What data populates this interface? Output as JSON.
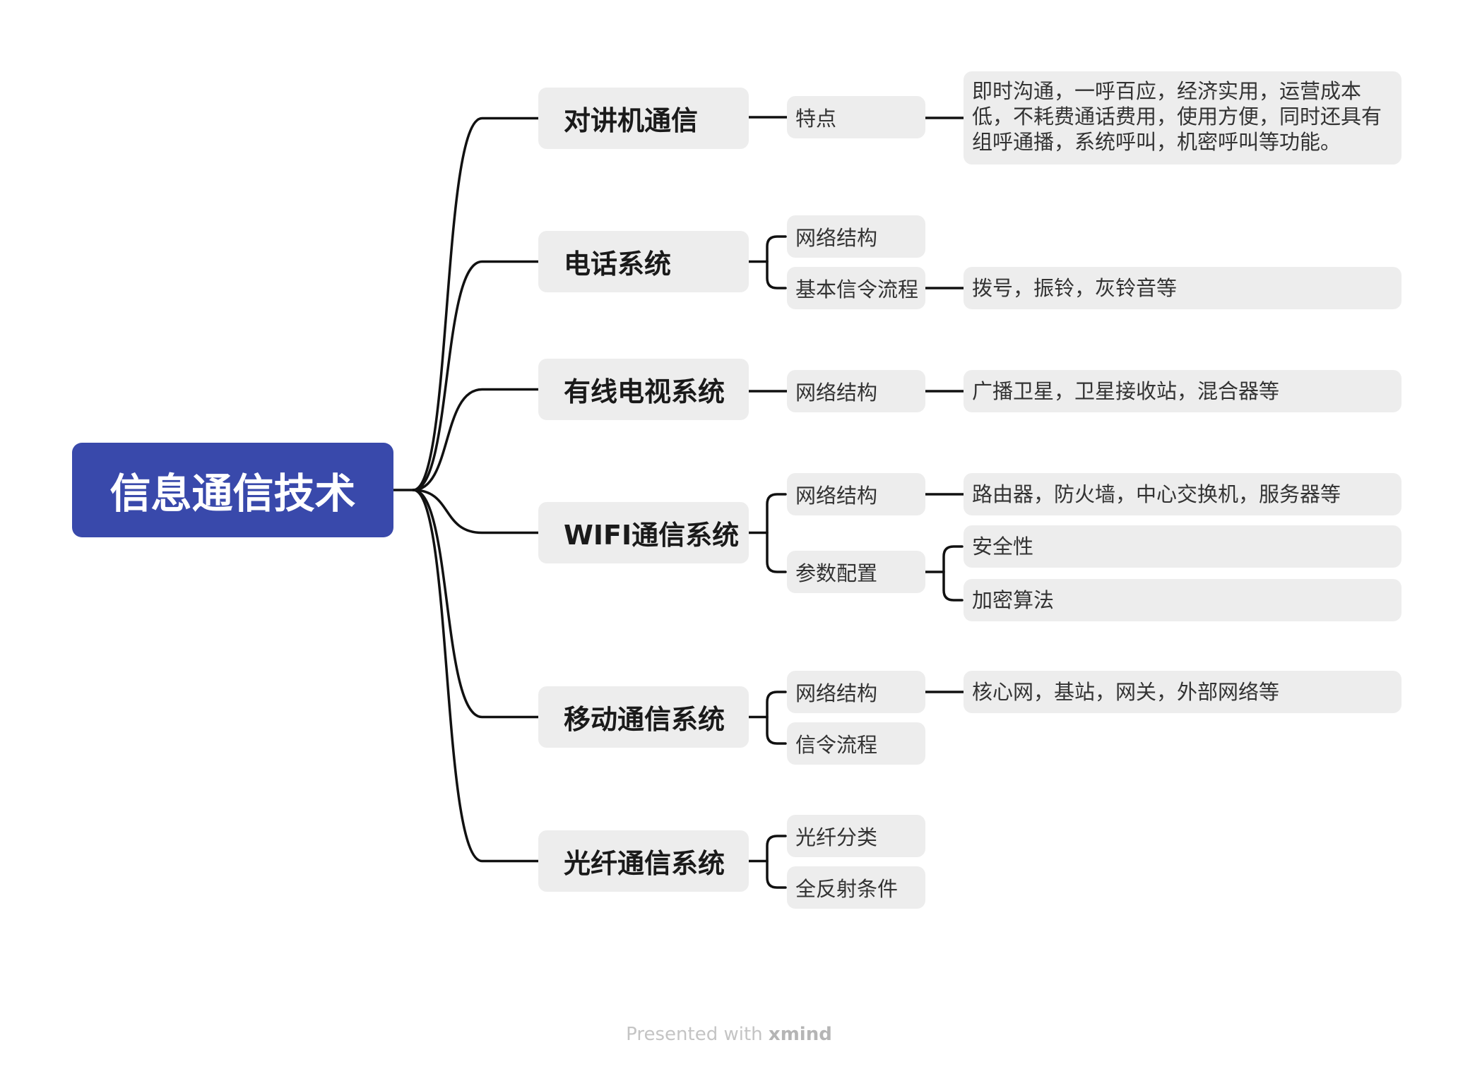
{
  "root": {
    "label": "信息通信技术"
  },
  "branches": [
    {
      "label": "对讲机通信",
      "children": [
        {
          "label": "特点",
          "children": [
            "即时沟通，一呼百应，经济实用，运营成本低，不耗费通话费用，使用方便，同时还具有组呼通播，系统呼叫，机密呼叫等功能。"
          ]
        }
      ]
    },
    {
      "label": "电话系统",
      "children": [
        {
          "label": "网络结构",
          "children": []
        },
        {
          "label": "基本信令流程",
          "children": [
            "拨号，振铃，灰铃音等"
          ]
        }
      ]
    },
    {
      "label": "有线电视系统",
      "children": [
        {
          "label": "网络结构",
          "children": [
            "广播卫星，卫星接收站，混合器等"
          ]
        }
      ]
    },
    {
      "label": "WIFI通信系统",
      "children": [
        {
          "label": "网络结构",
          "children": [
            "路由器，防火墙，中心交换机，服务器等"
          ]
        },
        {
          "label": "参数配置",
          "children": [
            "安全性",
            "加密算法"
          ]
        }
      ]
    },
    {
      "label": "移动通信系统",
      "children": [
        {
          "label": "网络结构",
          "children": [
            "核心网，基站，网关，外部网络等"
          ]
        },
        {
          "label": "信令流程",
          "children": []
        }
      ]
    },
    {
      "label": "光纤通信系统",
      "children": [
        {
          "label": "光纤分类",
          "children": []
        },
        {
          "label": "全反射条件",
          "children": []
        }
      ]
    }
  ],
  "footer": {
    "prefix": "Presented with ",
    "brand": "xmind"
  },
  "colors": {
    "root_bg": "#3949ab",
    "node_bg": "#ededed",
    "line": "#111111"
  }
}
